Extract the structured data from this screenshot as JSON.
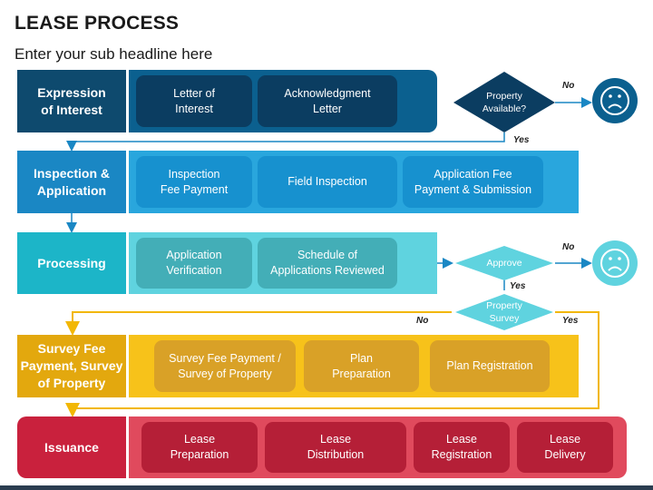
{
  "header": {
    "title": "LEASE PROCESS",
    "subtitle": "Enter your sub headline here"
  },
  "colors": {
    "stage1_dark": "#0e4a6e",
    "stage1_band": "#0b608f",
    "stage1_step": "#0b3d61",
    "stage2_dark": "#1a87c4",
    "stage2_band": "#29a6dd",
    "stage2_step": "#1791cf",
    "stage3_dark": "#1cb5c8",
    "stage3_band": "#5fd3df",
    "stage3_step": "#43aeb7",
    "stage4_dark": "#e3a80e",
    "stage4_band": "#f7c21a",
    "stage4_step": "#d9a127",
    "stage5_dark": "#c9213d",
    "stage5_band": "#e04a5d",
    "stage5_step": "#b51f37",
    "line": "#f2b705",
    "connector": "#1a87c4"
  },
  "stages": [
    {
      "label": "Expression\nof Interest",
      "steps": [
        "Letter of\nInterest",
        "Acknowledgment\nLetter"
      ]
    },
    {
      "label": "Inspection &\nApplication",
      "steps": [
        "Inspection\nFee Payment",
        "Field Inspection",
        "Application Fee\nPayment & Submission"
      ]
    },
    {
      "label": "Processing",
      "steps": [
        "Application\nVerification",
        "Schedule of\nApplications Reviewed"
      ]
    },
    {
      "label": "Survey Fee\nPayment, Survey\nof Property",
      "steps": [
        "Survey Fee Payment /\nSurvey of Property",
        "Plan\nPreparation",
        "Plan Registration"
      ]
    },
    {
      "label": "Issuance",
      "steps": [
        "Lease\nPreparation",
        "Lease\nDistribution",
        "Lease\nRegistration",
        "Lease\nDelivery"
      ]
    }
  ],
  "decisions": [
    {
      "text": "Property\nAvailable?",
      "no_label": "No",
      "yes_label": "Yes"
    },
    {
      "text": "Approve",
      "no_label": "No",
      "yes_label": "Yes"
    },
    {
      "text": "Property\nSurvey",
      "no_label": "No",
      "yes_label": "Yes"
    }
  ],
  "outcome_icons": [
    "sad-face-icon",
    "sad-face-icon"
  ]
}
